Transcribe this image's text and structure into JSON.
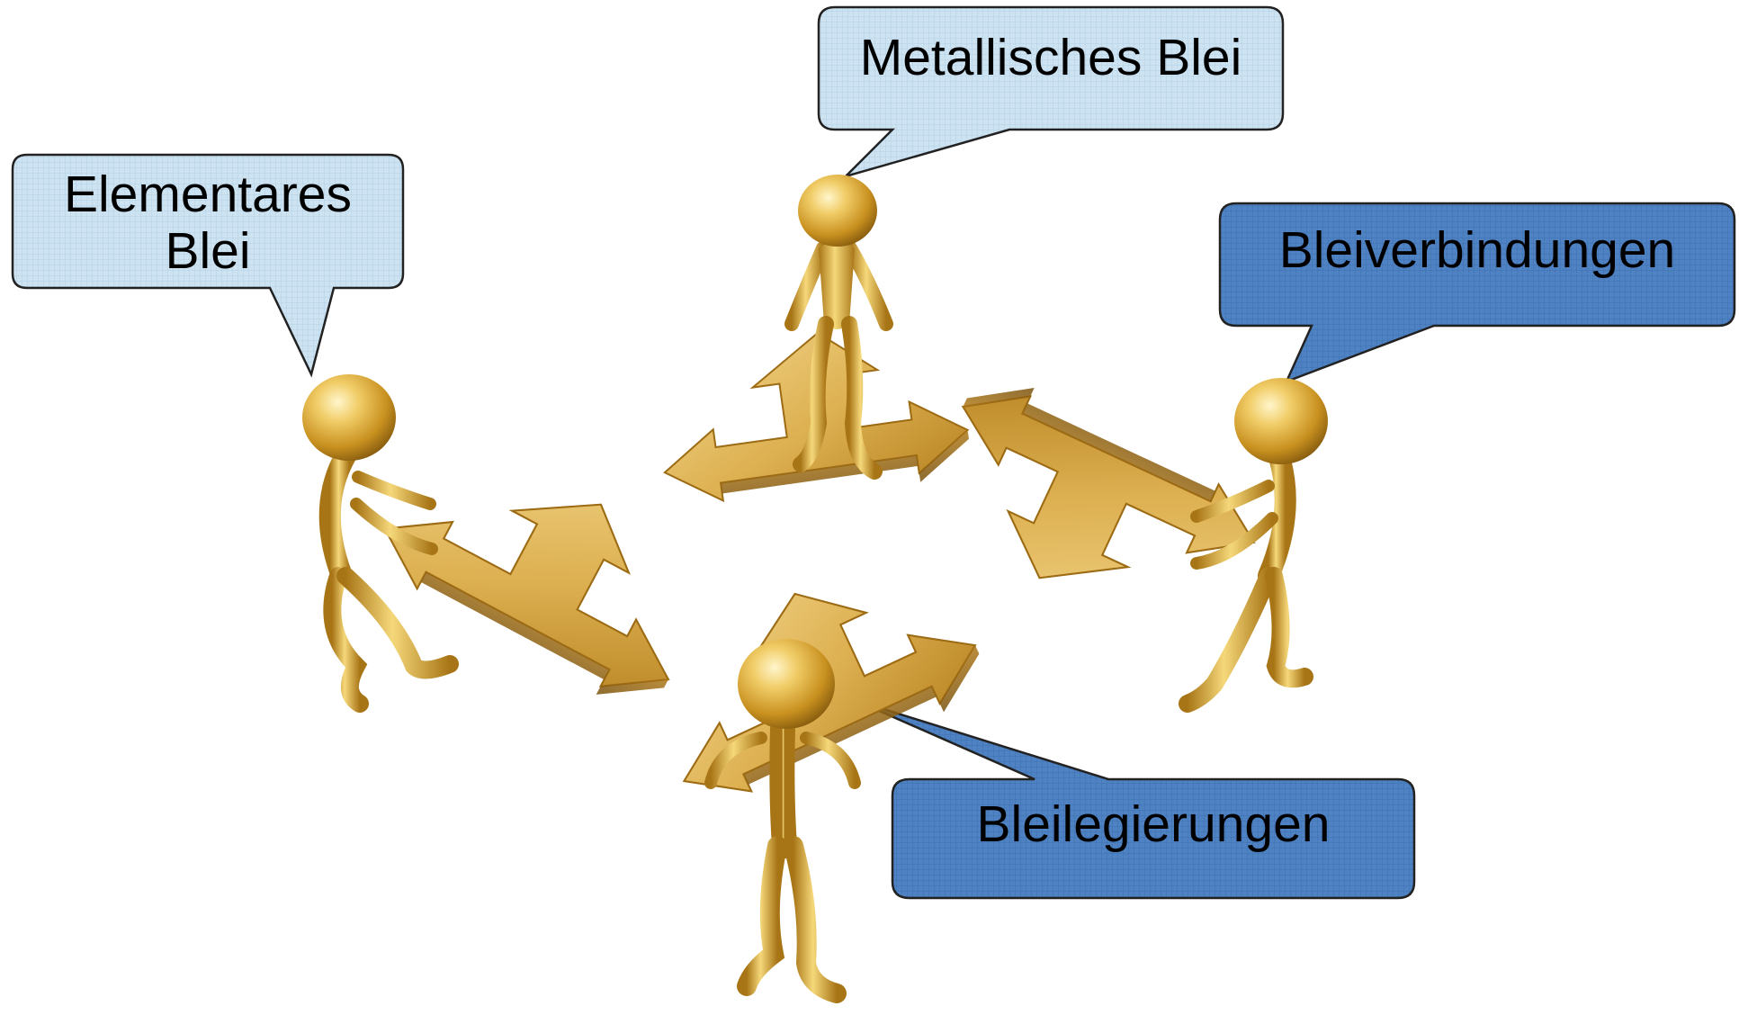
{
  "callouts": {
    "elementary": "Elementares\nBlei",
    "metallic": "Metallisches Blei",
    "compounds": "Bleiverbindungen",
    "alloys": "Bleilegierungen"
  },
  "colors": {
    "light_bubble": "#cfe5f3",
    "dark_bubble": "#4a7fc1",
    "gold_light": "#fbe7a3",
    "gold_mid": "#d9aa3e",
    "gold_dark": "#8f6212"
  },
  "figures": {
    "count": 4,
    "arrow_pieces": 4
  }
}
